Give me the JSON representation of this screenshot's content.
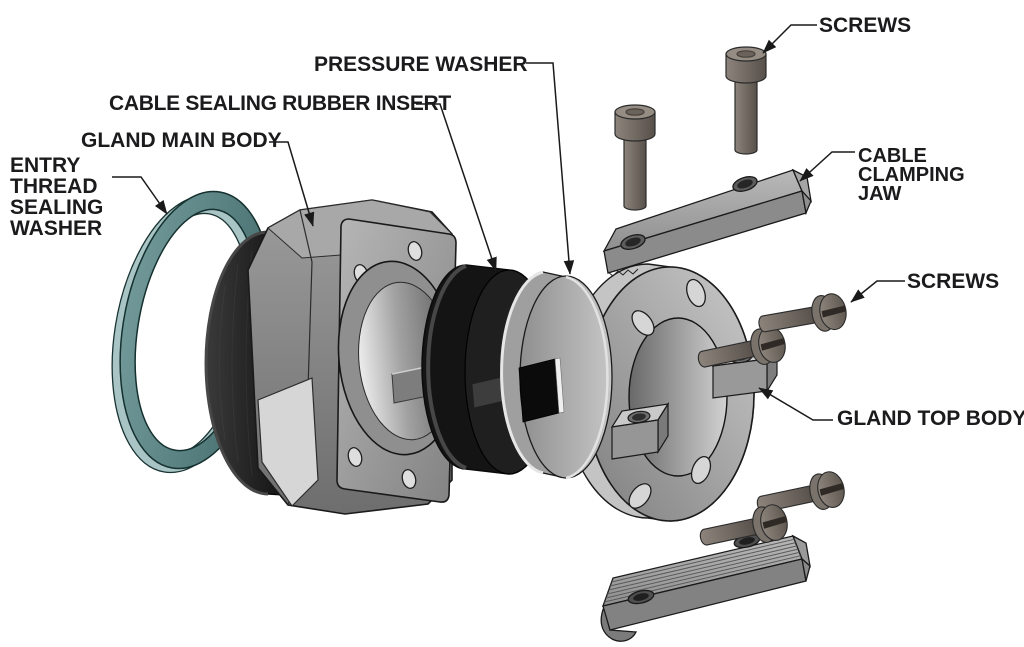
{
  "diagram": {
    "kind": "exploded-assembly-view",
    "subject": "Cable gland exploded parts diagram",
    "background": "#ffffff"
  },
  "labels": {
    "screws_top": "SCREWS",
    "pressure_washer": "PRESSURE WASHER",
    "cable_sealing_rubber_insert": "CABLE SEALING RUBBER INSERT",
    "gland_main_body": "GLAND MAIN BODY",
    "entry_thread_sealing_washer": [
      "ENTRY",
      "THREAD",
      "SEALING",
      "WASHER"
    ],
    "cable_clamping_jaw": [
      "CABLE",
      "CLAMPING",
      "JAW"
    ],
    "screws_right": "SCREWS",
    "gland_top_body": "GLAND TOP BODY"
  },
  "parts": [
    "entry-thread-sealing-washer",
    "gland-main-body",
    "cable-sealing-rubber-insert",
    "pressure-washer",
    "gland-top-body",
    "cable-clamping-jaw",
    "screws"
  ],
  "colors": {
    "label_text": "#1b1b1d",
    "leader_line": "#1a1a1a",
    "outline": "#1a1a1a",
    "sealing_washer_teal": "#5d8787",
    "sealing_washer_edge": "#a9c4c4",
    "rubber_insert_black": "#161616",
    "metal_gray": "#9d9d9d",
    "metal_light": "#c9c9c9",
    "metal_dark": "#6f6f6f",
    "screw_metal": "#756d64",
    "background": "#ffffff"
  }
}
